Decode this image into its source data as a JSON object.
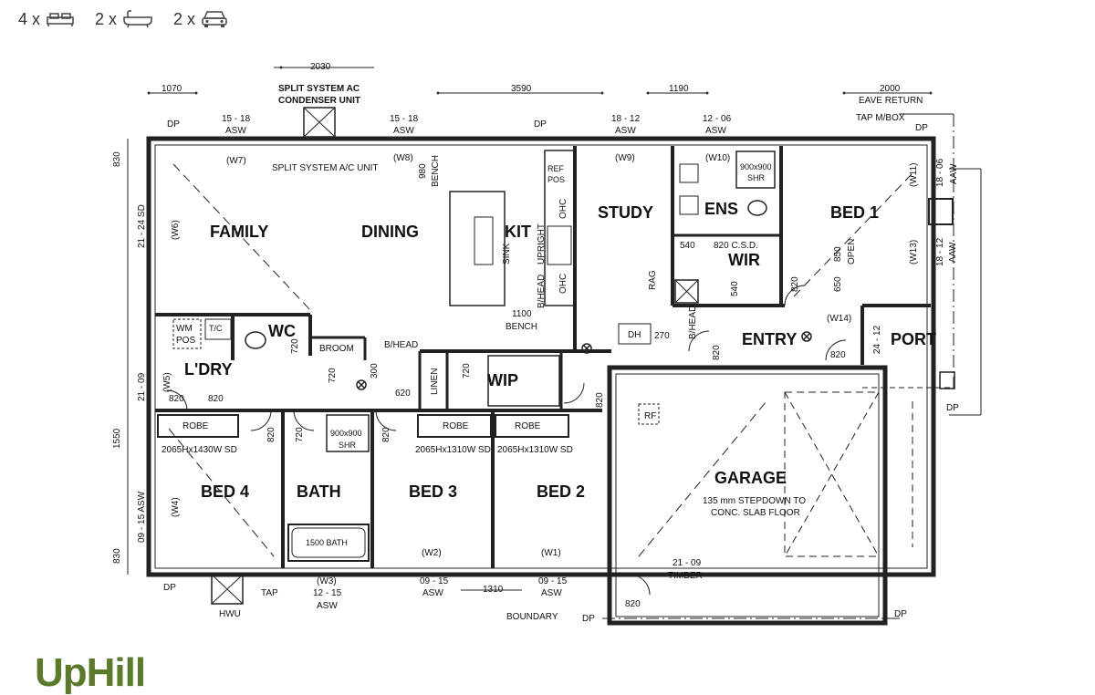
{
  "features": [
    {
      "count": "4 x",
      "icon": "bed-icon"
    },
    {
      "count": "2 x",
      "icon": "bath-icon"
    },
    {
      "count": "2 x",
      "icon": "car-icon"
    }
  ],
  "rooms": {
    "family": "FAMILY",
    "dining": "DINING",
    "kit": "KIT",
    "study": "STUDY",
    "ens": "ENS",
    "bed1": "BED 1",
    "wir": "WIR",
    "wc": "WC",
    "ldry": "L'DRY",
    "wip": "WIP",
    "entry": "ENTRY",
    "port": "PORT",
    "bed4": "BED 4",
    "bath": "BATH",
    "bed3": "BED 3",
    "bed2": "BED 2",
    "garage": "GARAGE"
  },
  "dimensions": {
    "top_1070": "1070",
    "top_2030": "2030",
    "top_3590": "3590",
    "top_1190": "1190",
    "top_2000": "2000",
    "left_830a": "830",
    "left_2124": "21 - 24 SD",
    "left_2109": "21 - 09",
    "left_1550": "1550",
    "left_0915": "09 - 15 ASW",
    "left_830b": "830",
    "bottom_1310": "1310"
  },
  "notes": {
    "split_system": "SPLIT SYSTEM AC",
    "condenser": "CONDENSER UNIT",
    "split_unit": "SPLIT SYSTEM A/C UNIT",
    "eave_return": "EAVE RETURN",
    "tap_mbox": "TAP  M/BOX",
    "dp": "DP",
    "asw_1518a": "15 - 18",
    "asw_1518b": "15 - 18",
    "asw_1812": "18 - 12",
    "asw_1206": "12 - 06",
    "asw": "ASW",
    "w7": "(W7)",
    "w8": "(W8)",
    "w9": "(W9)",
    "w10": "(W10)",
    "w11": "(W11)",
    "w6": "(W6)",
    "w13": "(W13)",
    "w14": "(W14)",
    "w5": "(W5)",
    "w4": "(W4)",
    "w3": "(W3)",
    "w2": "(W2)",
    "w1": "(W1)",
    "bench_980": "980",
    "bench": "BENCH",
    "ref_pos": "REF",
    "pos": "POS",
    "ohc": "OHC",
    "upright": "UPRIGHT",
    "sink": "SINK",
    "bhead": "B/HEAD",
    "bench_1100": "1100",
    "shr_900": "900x900",
    "shr": "SHR",
    "csd_820": "820 C.S.D.",
    "d540": "540",
    "d850": "850",
    "open": "OPEN",
    "d650": "650",
    "d820": "820",
    "rag": "RAG",
    "d1812": "18 - 12",
    "aaw": "AAW",
    "d1806": "18 - 06",
    "wm_pos": "WM",
    "t_c": "T/C",
    "d720": "720",
    "broom": "BROOM",
    "bhead2": "B/HEAD",
    "d300": "300",
    "d620": "620",
    "linen": "LINEN",
    "dh": "DH",
    "d270": "270",
    "d2412": "24 - 12",
    "robe": "ROBE",
    "sd_1430": "2065Hx1430W SD",
    "sd_1310a": "2065Hx1310W SD",
    "sd_1310b": "2065Hx1310W SD",
    "rf": "RF",
    "stepdown": "135 mm  STEPDOWN TO",
    "slab": "CONC. SLAB FLOOR",
    "bath_1500": "1500 BATH",
    "timber_2109": "21 - 09",
    "timber": "TIMBER",
    "hwu": "HWU",
    "tap": "TAP",
    "w3_1215": "12 - 15",
    "b0915a": "09 - 15",
    "b0915b": "09 - 15",
    "boundary": "BOUNDARY"
  },
  "logo_text": "UpHill"
}
